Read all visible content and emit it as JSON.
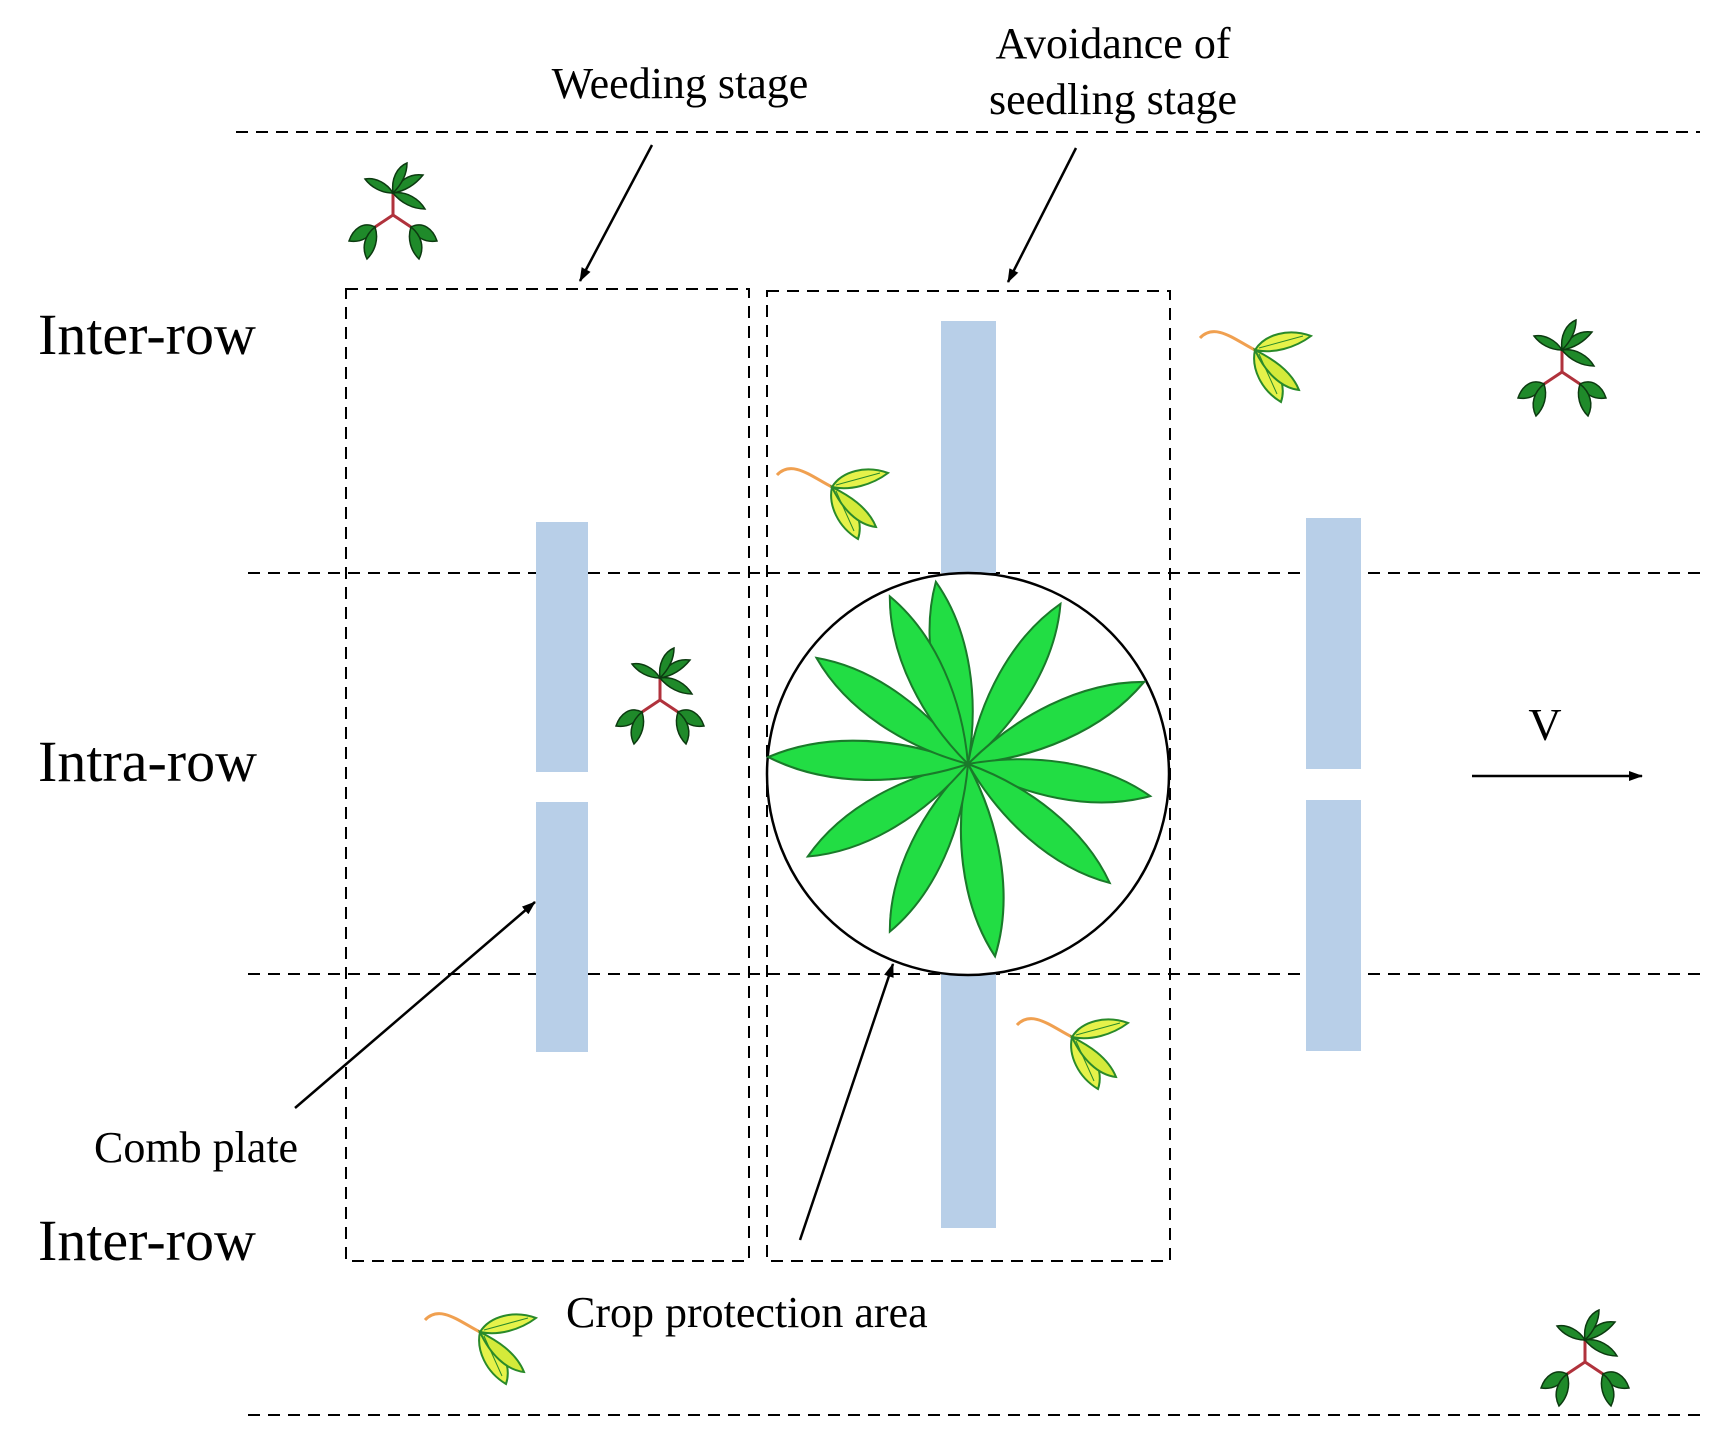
{
  "labels": {
    "weeding_stage": "Weeding stage",
    "avoidance_line1": "Avoidance of",
    "avoidance_line2": "seedling stage",
    "inter_row_top": "Inter-row",
    "intra_row": "Intra-row",
    "inter_row_bottom": "Inter-row",
    "comb_plate": "Comb plate",
    "crop_protection_area": "Crop protection area",
    "velocity": "V"
  },
  "colors": {
    "comb_plate": "#b8cfe8",
    "crop_leaf": "#22dd44",
    "crop_leaf_edge": "#1a7a2a",
    "weed_dark_leaf": "#1f8a2a",
    "weed_yellow_leaf": "#e6f24a",
    "weed_stem_red": "#b0323c",
    "weed_stem_orange": "#f0a050",
    "line": "#000000"
  },
  "icons": {
    "crop": "crop-plant-icon",
    "weed_dark": "three-leaf-weed-icon",
    "weed_yellow": "yellow-seedling-weed-icon"
  }
}
